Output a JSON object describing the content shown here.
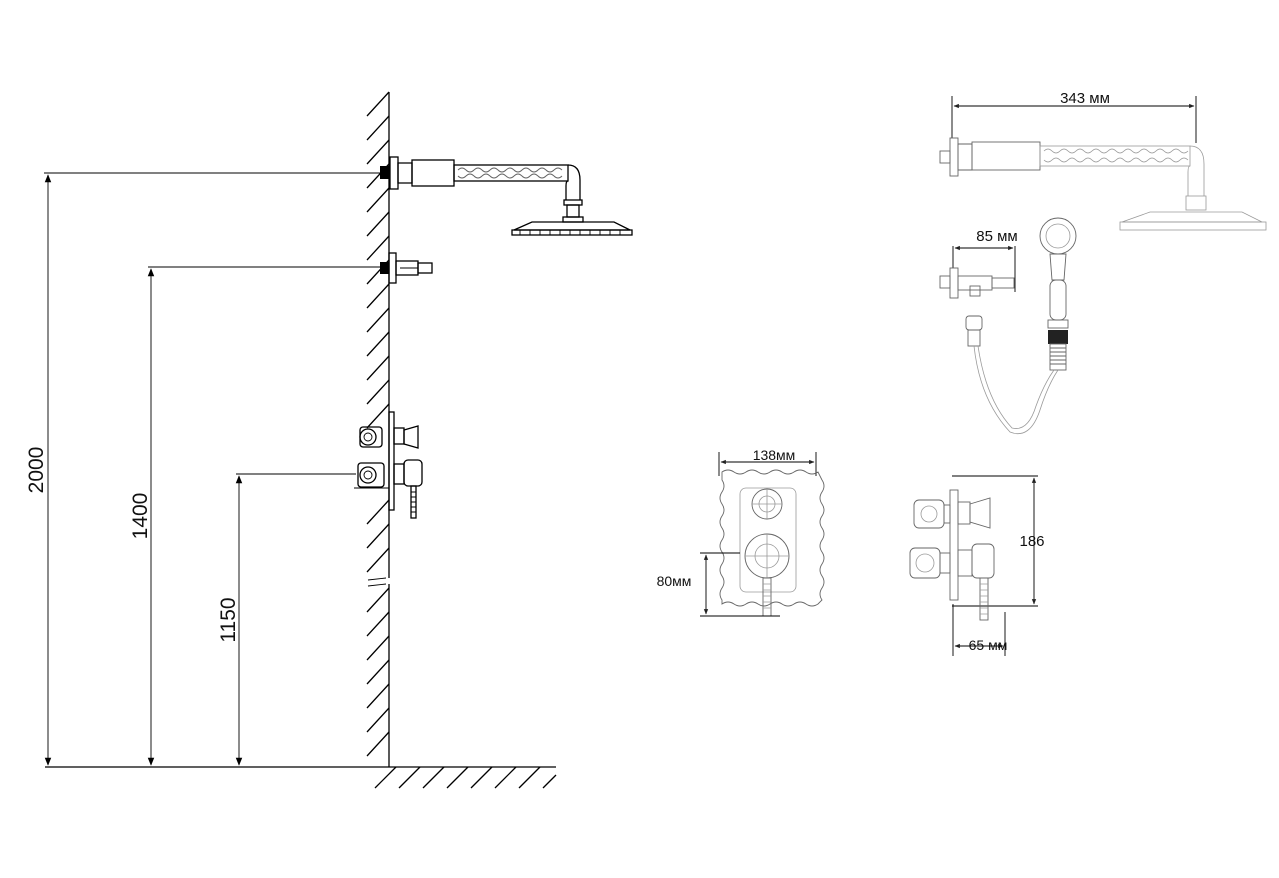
{
  "installation_heights": {
    "overhead_shower": "2000",
    "hand_shower_outlet": "1400",
    "mixer": "1150"
  },
  "dimensions": {
    "shower_arm_length": "343 мм",
    "wall_outlet_length": "85 мм",
    "plate_width": "138мм",
    "plate_lower_height": "80мм",
    "mixer_height": "186",
    "mixer_depth": "65 мм"
  },
  "colors": {
    "line": "#000000",
    "detail": "#666666",
    "background": "#ffffff"
  }
}
